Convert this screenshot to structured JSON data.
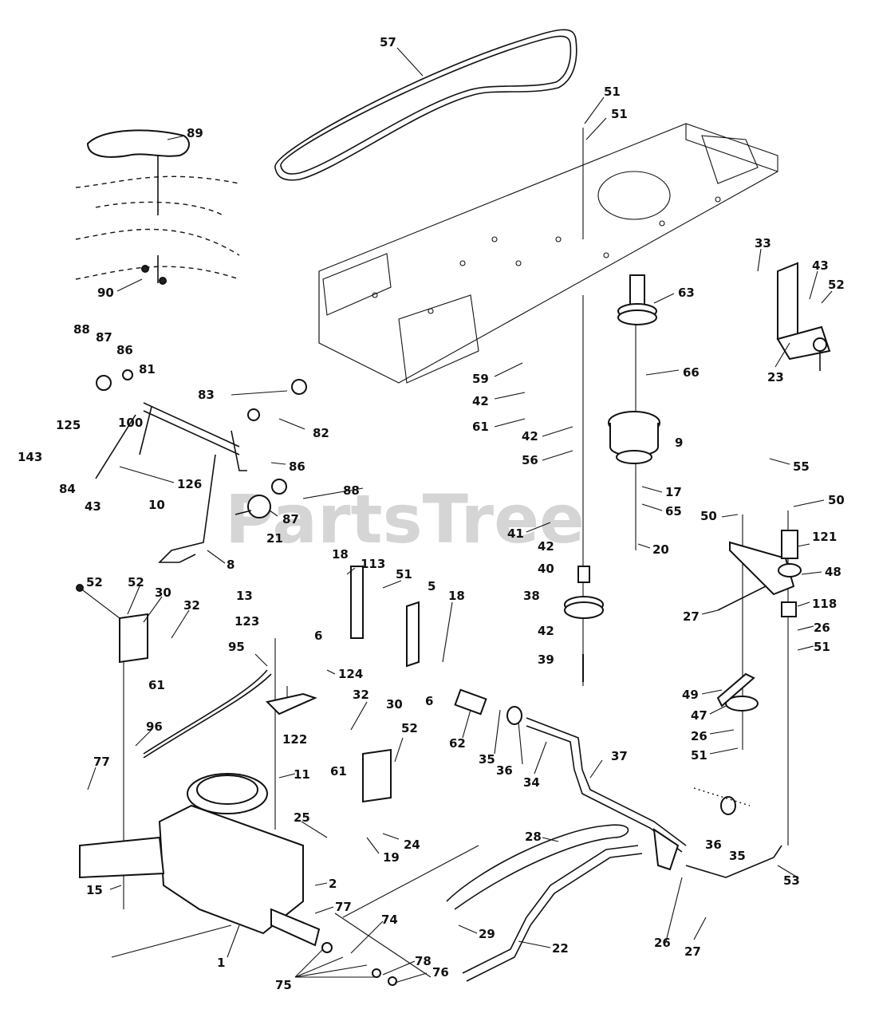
{
  "watermark": "PartsTree",
  "callouts": [
    {
      "id": "c57",
      "text": "57"
    },
    {
      "id": "c89",
      "text": "89"
    },
    {
      "id": "c51a",
      "text": "51"
    },
    {
      "id": "c51b",
      "text": "51"
    },
    {
      "id": "c90",
      "text": "90"
    },
    {
      "id": "c63",
      "text": "63"
    },
    {
      "id": "c33",
      "text": "33"
    },
    {
      "id": "c43a",
      "text": "43"
    },
    {
      "id": "c52a",
      "text": "52"
    },
    {
      "id": "c23",
      "text": "23"
    },
    {
      "id": "c88a",
      "text": "88"
    },
    {
      "id": "c87a",
      "text": "87"
    },
    {
      "id": "c86a",
      "text": "86"
    },
    {
      "id": "c81",
      "text": "81"
    },
    {
      "id": "c83",
      "text": "83"
    },
    {
      "id": "c82",
      "text": "82"
    },
    {
      "id": "c125",
      "text": "125"
    },
    {
      "id": "c100",
      "text": "100"
    },
    {
      "id": "c143",
      "text": "143"
    },
    {
      "id": "c84",
      "text": "84"
    },
    {
      "id": "c43b",
      "text": "43"
    },
    {
      "id": "c126",
      "text": "126"
    },
    {
      "id": "c86b",
      "text": "86"
    },
    {
      "id": "c87b",
      "text": "87"
    },
    {
      "id": "c88b",
      "text": "88"
    },
    {
      "id": "c10",
      "text": "10"
    },
    {
      "id": "c21",
      "text": "21"
    },
    {
      "id": "c8",
      "text": "8"
    },
    {
      "id": "c59",
      "text": "59"
    },
    {
      "id": "c66",
      "text": "66"
    },
    {
      "id": "c42a",
      "text": "42"
    },
    {
      "id": "c61a",
      "text": "61"
    },
    {
      "id": "c42b",
      "text": "42"
    },
    {
      "id": "c9",
      "text": "9"
    },
    {
      "id": "c56",
      "text": "56"
    },
    {
      "id": "c55",
      "text": "55"
    },
    {
      "id": "c17",
      "text": "17"
    },
    {
      "id": "c65",
      "text": "65"
    },
    {
      "id": "c41",
      "text": "41"
    },
    {
      "id": "c20",
      "text": "20"
    },
    {
      "id": "c50a",
      "text": "50"
    },
    {
      "id": "c50b",
      "text": "50"
    },
    {
      "id": "c121",
      "text": "121"
    },
    {
      "id": "c48",
      "text": "48"
    },
    {
      "id": "c42c",
      "text": "42"
    },
    {
      "id": "c40",
      "text": "40"
    },
    {
      "id": "c38",
      "text": "38"
    },
    {
      "id": "c42d",
      "text": "42"
    },
    {
      "id": "c39",
      "text": "39"
    },
    {
      "id": "c27a",
      "text": "27"
    },
    {
      "id": "c118",
      "text": "118"
    },
    {
      "id": "c26a",
      "text": "26"
    },
    {
      "id": "c51c",
      "text": "51"
    },
    {
      "id": "c52b",
      "text": "52"
    },
    {
      "id": "c52c",
      "text": "52"
    },
    {
      "id": "c30a",
      "text": "30"
    },
    {
      "id": "c32a",
      "text": "32"
    },
    {
      "id": "c61b",
      "text": "61"
    },
    {
      "id": "c18a",
      "text": "18"
    },
    {
      "id": "c113",
      "text": "113"
    },
    {
      "id": "c51d",
      "text": "51"
    },
    {
      "id": "c5",
      "text": "5"
    },
    {
      "id": "c18b",
      "text": "18"
    },
    {
      "id": "c6a",
      "text": "6"
    },
    {
      "id": "c13",
      "text": "13"
    },
    {
      "id": "c123",
      "text": "123"
    },
    {
      "id": "c95",
      "text": "95"
    },
    {
      "id": "c124",
      "text": "124"
    },
    {
      "id": "c6b",
      "text": "6"
    },
    {
      "id": "c49",
      "text": "49"
    },
    {
      "id": "c47",
      "text": "47"
    },
    {
      "id": "c26b",
      "text": "26"
    },
    {
      "id": "c51e",
      "text": "51"
    },
    {
      "id": "c122",
      "text": "122"
    },
    {
      "id": "c32b",
      "text": "32"
    },
    {
      "id": "c30b",
      "text": "30"
    },
    {
      "id": "c52d",
      "text": "52"
    },
    {
      "id": "c62",
      "text": "62"
    },
    {
      "id": "c35a",
      "text": "35"
    },
    {
      "id": "c36a",
      "text": "36"
    },
    {
      "id": "c34",
      "text": "34"
    },
    {
      "id": "c37",
      "text": "37"
    },
    {
      "id": "c96",
      "text": "96"
    },
    {
      "id": "c11",
      "text": "11"
    },
    {
      "id": "c61c",
      "text": "61"
    },
    {
      "id": "c77a",
      "text": "77"
    },
    {
      "id": "c25",
      "text": "25"
    },
    {
      "id": "c24",
      "text": "24"
    },
    {
      "id": "c19",
      "text": "19"
    },
    {
      "id": "c28",
      "text": "28"
    },
    {
      "id": "c36b",
      "text": "36"
    },
    {
      "id": "c35b",
      "text": "35"
    },
    {
      "id": "c53",
      "text": "53"
    },
    {
      "id": "c15",
      "text": "15"
    },
    {
      "id": "c2",
      "text": "2"
    },
    {
      "id": "c77b",
      "text": "77"
    },
    {
      "id": "c29",
      "text": "29"
    },
    {
      "id": "c26c",
      "text": "26"
    },
    {
      "id": "c27b",
      "text": "27"
    },
    {
      "id": "c74",
      "text": "74"
    },
    {
      "id": "c22",
      "text": "22"
    },
    {
      "id": "c1",
      "text": "1"
    },
    {
      "id": "c78",
      "text": "78"
    },
    {
      "id": "c76",
      "text": "76"
    },
    {
      "id": "c75",
      "text": "75"
    }
  ]
}
